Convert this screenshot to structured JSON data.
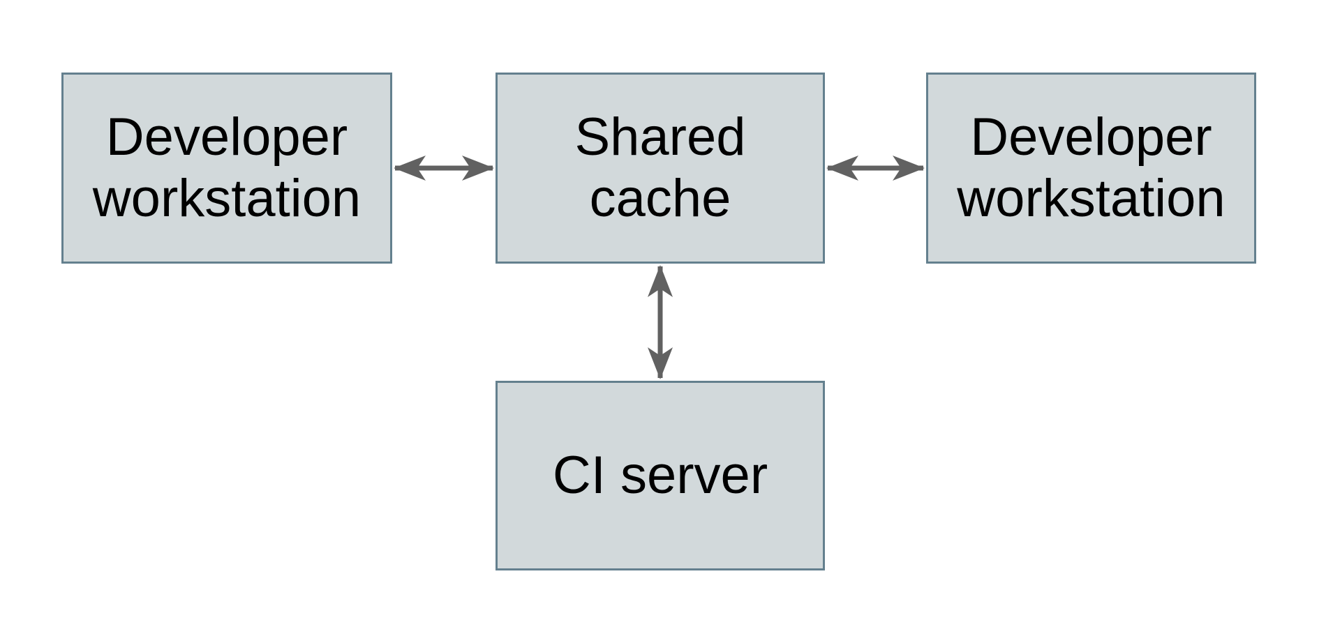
{
  "diagram": {
    "type": "architecture-diagram",
    "nodes": [
      {
        "id": "developer-workstation-left",
        "lines": [
          "Developer",
          "workstation"
        ]
      },
      {
        "id": "shared-cache",
        "lines": [
          "Shared",
          "cache"
        ]
      },
      {
        "id": "developer-workstation-right",
        "lines": [
          "Developer",
          "workstation"
        ]
      },
      {
        "id": "ci-server",
        "lines": [
          "CI server"
        ]
      }
    ],
    "edges": [
      {
        "from": "developer-workstation-left",
        "to": "shared-cache",
        "direction": "bidirectional"
      },
      {
        "from": "shared-cache",
        "to": "developer-workstation-right",
        "direction": "bidirectional"
      },
      {
        "from": "shared-cache",
        "to": "ci-server",
        "direction": "bidirectional"
      }
    ],
    "colors": {
      "node_fill": "#d2d9db",
      "node_border": "#64808e",
      "arrow": "#616161",
      "text": "#000000",
      "background": "#ffffff"
    }
  }
}
